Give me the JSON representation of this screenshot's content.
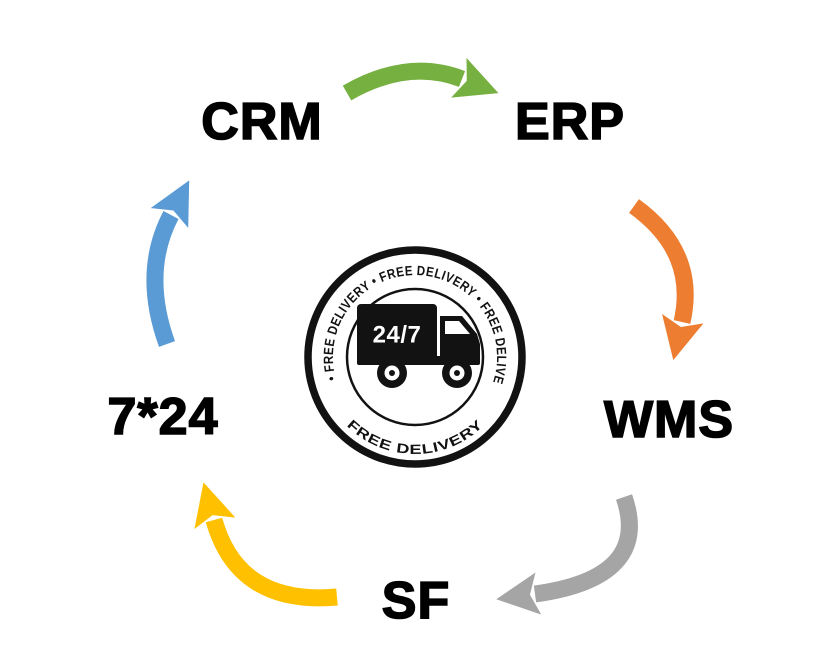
{
  "diagram": {
    "title": "delivery-service-cycle",
    "background": "#ffffff",
    "nodes": [
      {
        "id": "crm",
        "label": "CRM"
      },
      {
        "id": "erp",
        "label": "ERP"
      },
      {
        "id": "wms",
        "label": "WMS"
      },
      {
        "id": "sf",
        "label": "SF"
      },
      {
        "id": "seven24",
        "label": "7*24"
      }
    ],
    "arrows": [
      {
        "name": "crm-to-erp",
        "color": "#76b041"
      },
      {
        "name": "erp-to-wms",
        "color": "#ed7d31"
      },
      {
        "name": "wms-to-sf",
        "color": "#a5a5a5"
      },
      {
        "name": "sf-to-724",
        "color": "#ffc000"
      },
      {
        "name": "724-to-crm",
        "color": "#5b9bd5"
      }
    ],
    "badge": {
      "ring_text_top": "• FREE DELIVERY • FREE DELIVERY • FREE DELIVERY •",
      "ring_text_bottom": "FREE DELIVERY",
      "truck_label": "24/7",
      "ink_color": "#121212"
    }
  }
}
